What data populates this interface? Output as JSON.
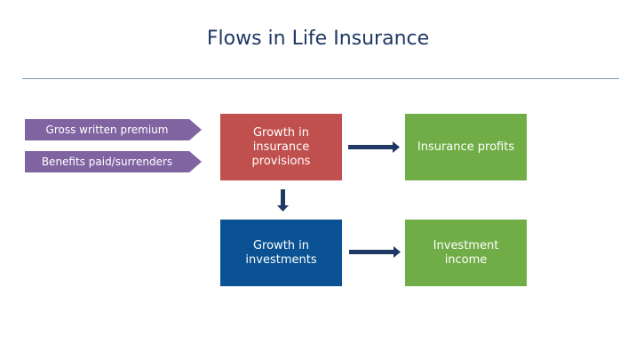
{
  "title": "Flows in Life Insurance",
  "inputs": [
    "Gross written premium",
    "Benefits paid/surrenders"
  ],
  "boxes": {
    "insurance_provisions": "Growth in insurance provisions",
    "investments": "Growth in investments",
    "insurance_profits": "Insurance profits",
    "investment_income": "Investment income"
  },
  "colors": {
    "inputs": "#8064a2",
    "provisions": "#c0504d",
    "investments": "#0a5294",
    "outputs": "#70ad47",
    "arrows": "#1f3864"
  }
}
